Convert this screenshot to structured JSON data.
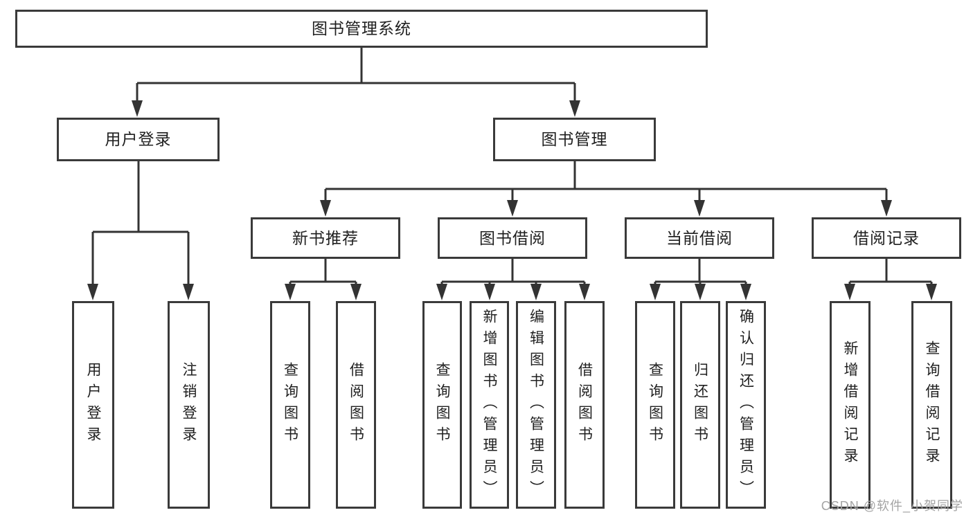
{
  "diagram": {
    "root": {
      "label": "图书管理系统"
    },
    "branches": [
      {
        "label": "用户登录",
        "children": [
          {
            "label": "用户登录"
          },
          {
            "label": "注销登录"
          }
        ]
      },
      {
        "label": "图书管理",
        "children": [
          {
            "label": "新书推荐",
            "children": [
              {
                "label": "查询图书"
              },
              {
                "label": "借阅图书"
              }
            ]
          },
          {
            "label": "图书借阅",
            "children": [
              {
                "label": "查询图书"
              },
              {
                "label": "新增图书（管理员）"
              },
              {
                "label": "编辑图书（管理员）"
              },
              {
                "label": "借阅图书"
              }
            ]
          },
          {
            "label": "当前借阅",
            "children": [
              {
                "label": "查询图书"
              },
              {
                "label": "归还图书"
              },
              {
                "label": "确认归还（管理员）"
              }
            ]
          },
          {
            "label": "借阅记录",
            "children": [
              {
                "label": "新增借阅记录"
              },
              {
                "label": "查询借阅记录"
              }
            ]
          }
        ]
      }
    ]
  },
  "watermark": {
    "text": "CSDN @软件_小贺同学"
  },
  "colors": {
    "line": "#333333",
    "border": "#3a3a3a",
    "text": "#1f1f1f",
    "watermark_text": "#a3a3a3",
    "background": "#ffffff"
  }
}
